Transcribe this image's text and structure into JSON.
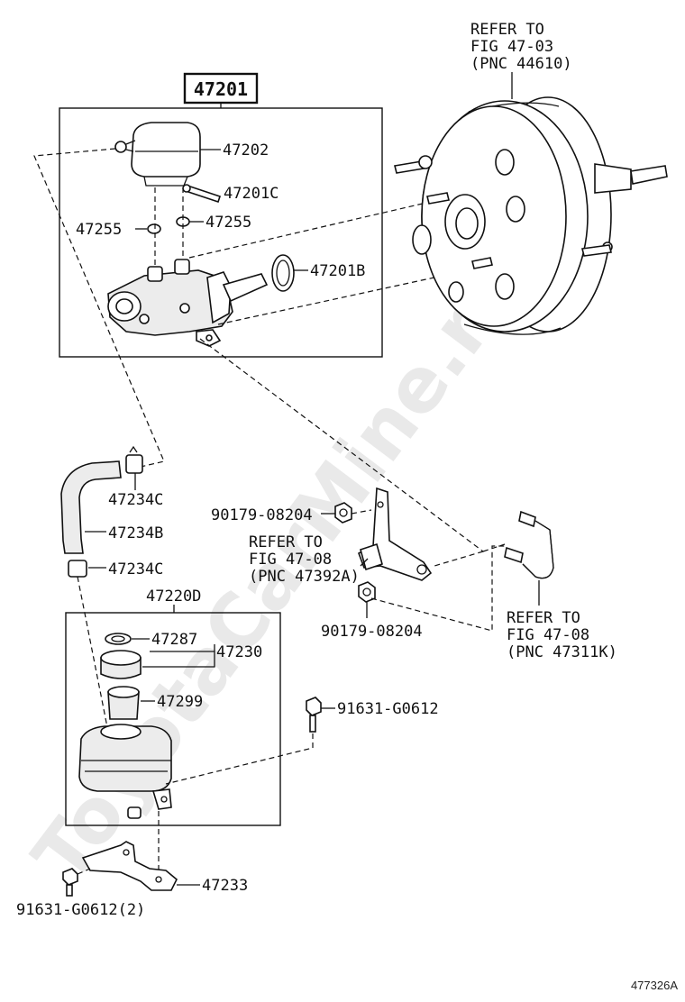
{
  "watermark": "ToyotaCarMine.ru",
  "figure_id": "477326A",
  "assembly": {
    "main_label": "47201",
    "reservoir_assembly_label": "47220D",
    "reservoir_cap_set_label": "47230"
  },
  "parts": [
    {
      "id": "reservoir_top",
      "label": "47202"
    },
    {
      "id": "reservoir_pin",
      "label": "47201C"
    },
    {
      "id": "grommet_left",
      "label": "47255"
    },
    {
      "id": "grommet_right",
      "label": "47255"
    },
    {
      "id": "o_ring",
      "label": "47201B"
    },
    {
      "id": "clamp_upper",
      "label": "47234C"
    },
    {
      "id": "hose",
      "label": "47234B"
    },
    {
      "id": "clamp_lower",
      "label": "47234C"
    },
    {
      "id": "nut_upper",
      "label": "90179-08204"
    },
    {
      "id": "nut_lower",
      "label": "90179-08204"
    },
    {
      "id": "cap_gasket",
      "label": "47287"
    },
    {
      "id": "strainer",
      "label": "47299"
    },
    {
      "id": "bolt_right",
      "label": "91631-G0612"
    },
    {
      "id": "reservoir_bracket",
      "label": "47233"
    },
    {
      "id": "bolt_lower",
      "label": "91631-G0612(2)"
    }
  ],
  "references": [
    {
      "id": "ref_booster",
      "lines": [
        "REFER TO",
        "FIG 47-03",
        "(PNC 44610)"
      ]
    },
    {
      "id": "ref_bracket",
      "lines": [
        "REFER TO",
        "FIG 47-08",
        "(PNC 47392A)"
      ]
    },
    {
      "id": "ref_tube",
      "lines": [
        "REFER TO",
        "FIG 47-08",
        "(PNC 47311K)"
      ]
    }
  ]
}
